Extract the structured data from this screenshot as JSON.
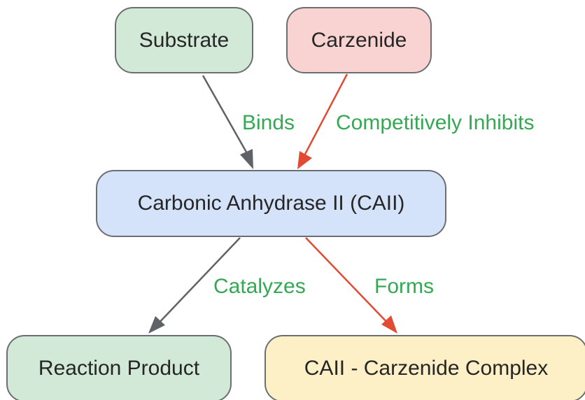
{
  "nodes": {
    "substrate": {
      "label": "Substrate",
      "fill": "#d1e9d6"
    },
    "carzenide": {
      "label": "Carzenide",
      "fill": "#f8d3d2"
    },
    "caii": {
      "label": "Carbonic Anhydrase II (CAII)",
      "fill": "#d4e3fa"
    },
    "product": {
      "label": "Reaction Product",
      "fill": "#d1e9d6"
    },
    "complex": {
      "label": "CAII - Carzenide Complex",
      "fill": "#fdefc6"
    }
  },
  "edges": {
    "binds": {
      "label": "Binds",
      "color": "#5f6368"
    },
    "inhibits": {
      "label": "Competitively Inhibits",
      "color": "#e24a33"
    },
    "catalyzes": {
      "label": "Catalyzes",
      "color": "#5f6368"
    },
    "forms": {
      "label": "Forms",
      "color": "#e24a33"
    }
  },
  "label_color": "#34a853"
}
